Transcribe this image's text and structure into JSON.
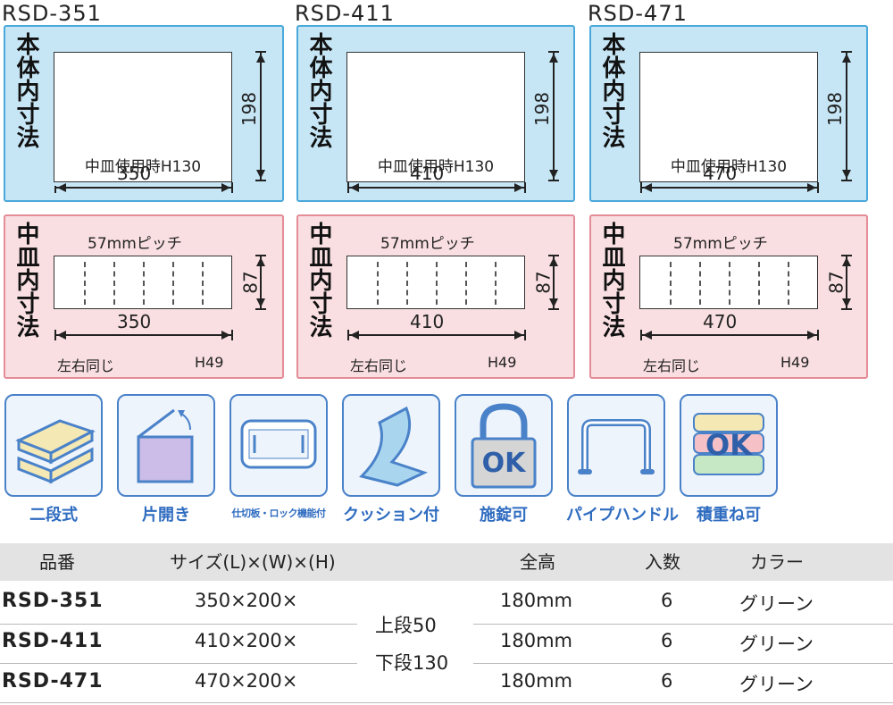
{
  "models": [
    {
      "title": "RSD-351",
      "width": "350",
      "height": "198",
      "note": "中皿使用時H130"
    },
    {
      "title": "RSD-411",
      "width": "410",
      "height": "198",
      "note": "中皿使用時H130"
    },
    {
      "title": "RSD-471",
      "width": "470",
      "height": "198",
      "note": "中皿使用時H130"
    }
  ],
  "body_label": "本体内寸法",
  "tray_label": "中皿内寸法",
  "tray": {
    "pitch": "57mmピッチ",
    "height": "87",
    "same": "左右同じ",
    "h": "H49"
  },
  "features": [
    {
      "label": "二段式",
      "icon": "two-tier-icon"
    },
    {
      "label": "片開き",
      "icon": "one-side-open-icon"
    },
    {
      "label": "仕切板・ロック機能付",
      "icon": "divider-lock-icon"
    },
    {
      "label": "クッション付",
      "icon": "cushion-icon"
    },
    {
      "label": "施錠可",
      "icon": "padlock-ok-icon",
      "ok": "OK"
    },
    {
      "label": "パイプハンドル",
      "icon": "pipe-handle-icon"
    },
    {
      "label": "積重ね可",
      "icon": "stackable-ok-icon",
      "ok": "OK"
    }
  ],
  "table": {
    "headers": [
      "品番",
      "サイズ(L)×(W)×(H)",
      "全高",
      "入数",
      "カラー"
    ],
    "rows": [
      {
        "model": "RSD-351",
        "size": "350×200×",
        "total": "180mm",
        "qty": "6",
        "color": "グリーン"
      },
      {
        "model": "RSD-411",
        "size": "410×200×",
        "total": "180mm",
        "qty": "6",
        "color": "グリーン"
      },
      {
        "model": "RSD-471",
        "size": "470×200×",
        "total": "180mm",
        "qty": "6",
        "color": "グリーン"
      }
    ],
    "height_upper": "上段50",
    "height_lower": "下段130"
  },
  "colors": {
    "blue_fill": "#c6e6f5",
    "blue_border": "#4aa8da",
    "pink_fill": "#f9dfe2",
    "pink_border": "#e48c97",
    "icon_blue": "#2f6cc0"
  }
}
